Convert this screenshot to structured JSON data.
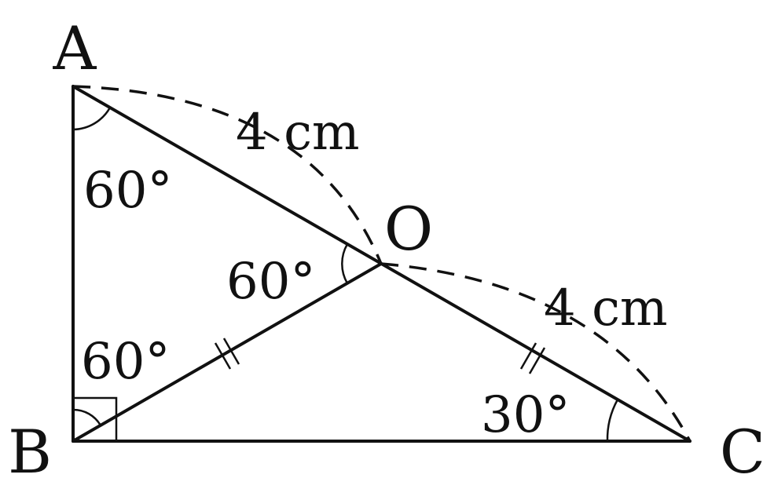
{
  "vertices": {
    "A": "A",
    "B": "B",
    "C": "C",
    "O": "O"
  },
  "angles": {
    "A": "60°",
    "AOB": "60°",
    "OBA": "60°",
    "C": "30°"
  },
  "lengths": {
    "AO": "4 cm",
    "OC": "4 cm"
  },
  "colors": {
    "ink": "#111111",
    "background": "#ffffff"
  }
}
